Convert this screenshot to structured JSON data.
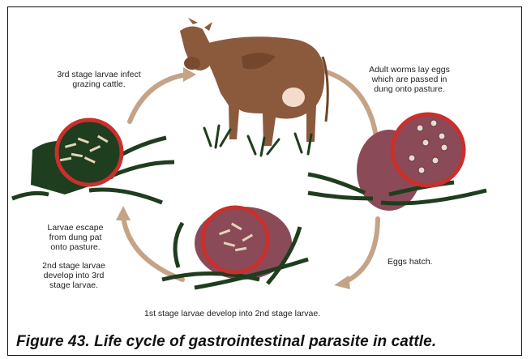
{
  "diagram": {
    "labels": {
      "infect": [
        "3rd stage larvae infect",
        "grazing cattle."
      ],
      "adult_worms": [
        "Adult worms lay eggs",
        "which are passed in",
        "dung onto pasture."
      ],
      "larvae_escape": [
        "Larvae escape",
        "from dung pat",
        "onto pasture."
      ],
      "second_stage": [
        "2nd stage larvae",
        "develop into 3rd",
        "stage larvae."
      ],
      "eggs_hatch": "Eggs hatch.",
      "first_stage": "1st stage larvae develop into 2nd stage larvae."
    },
    "caption": "Figure 43. Life cycle of gastrointestinal parasite in cattle."
  }
}
